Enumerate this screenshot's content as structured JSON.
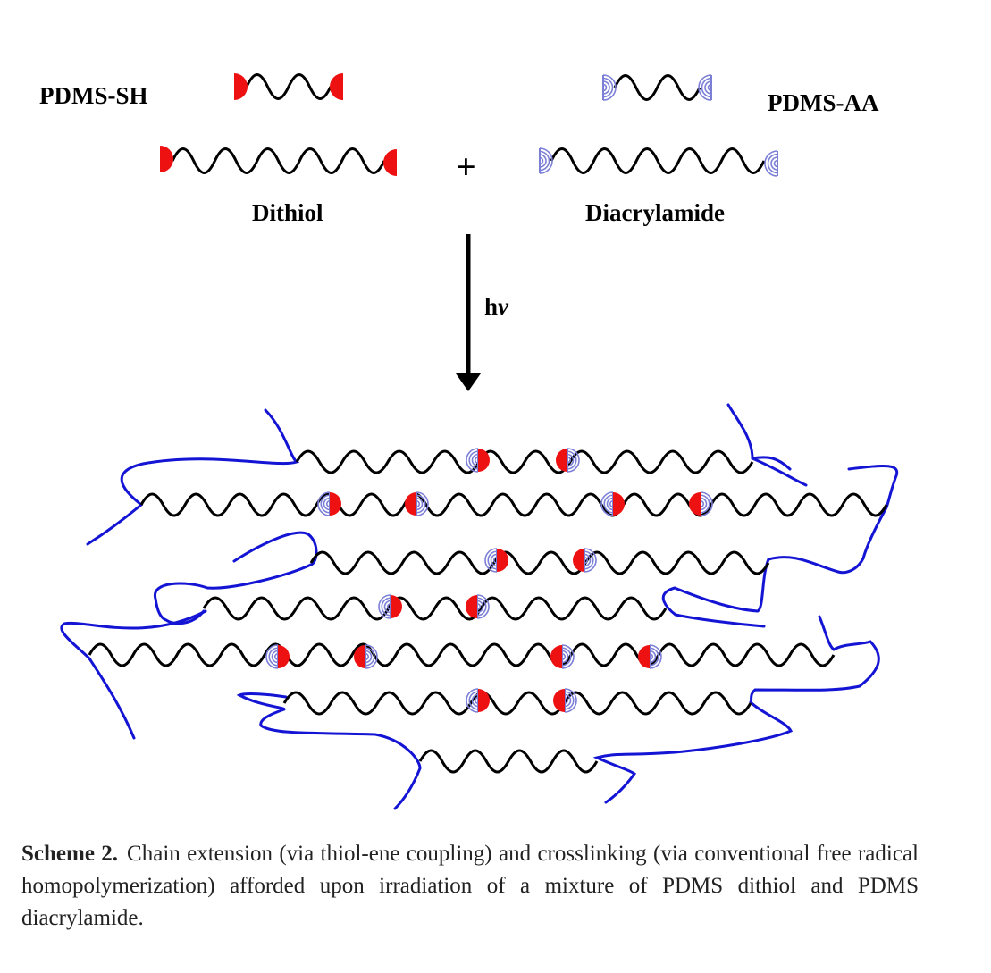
{
  "labels": {
    "pdms_sh": "PDMS-SH",
    "pdms_aa": "PDMS-AA",
    "dithiol": "Dithiol",
    "diacrylamide": "Diacrylamide",
    "plus": "+",
    "hv_h": "h",
    "hv_v": "v"
  },
  "caption": {
    "label": "Scheme 2.",
    "text": "Chain extension (via thiol-ene coupling) and crosslinking (via conventional free radical homopolymerization) afforded upon irradiation of a mixture of PDMS dithiol and PDMS diacrylamide."
  },
  "colors": {
    "thiol_cap": "#ee1111",
    "acrylamide_cap": "#7b7fd6",
    "crosslink": "#1414d4",
    "chain": "#000000"
  }
}
